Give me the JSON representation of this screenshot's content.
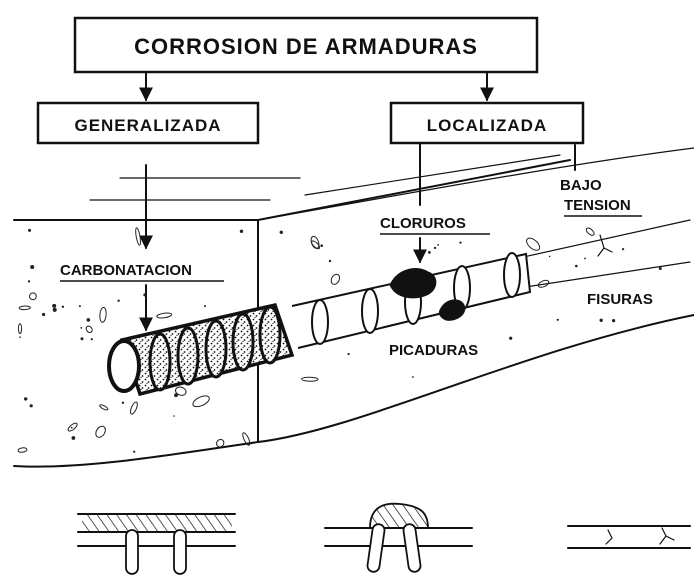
{
  "title": "CORROSION DE ARMADURAS",
  "branches": {
    "left": "GENERALIZADA",
    "right": "LOCALIZADA"
  },
  "labels": {
    "carbonation": "CARBONATACION",
    "chlorides": "CLORUROS",
    "under_tension_line1": "BAJO",
    "under_tension_line2": "TENSION",
    "cracks": "FISURAS",
    "pitting": "PICADURAS"
  },
  "colors": {
    "ink": "#111111",
    "background": "#ffffff"
  }
}
